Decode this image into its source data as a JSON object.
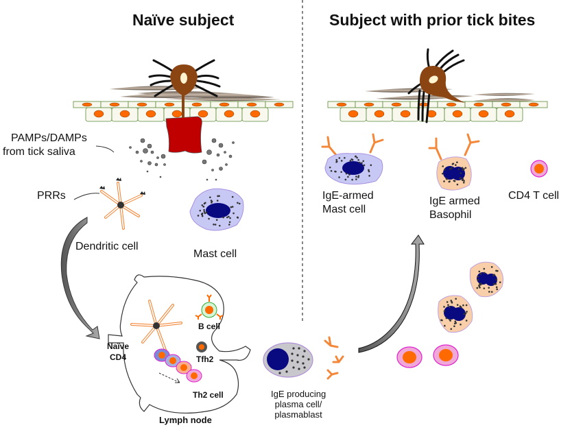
{
  "titles": {
    "left": "Naïve subject",
    "right": "Subject with prior tick bites"
  },
  "labels": {
    "pamps_line1": "PAMPs/DAMPs",
    "pamps_line2": "from tick saliva",
    "prrs": "PRRs",
    "dendritic_cell": "Dendritic cell",
    "mast_cell": "Mast cell",
    "b_cell": "B cell",
    "naive_cd4_line1": "Naïve",
    "naive_cd4_line2": "CD4",
    "tfh2": "Tfh2",
    "th2_cell": "Th2 cell",
    "lymph_node": "Lymph node",
    "plasma_line1": "IgE producing",
    "plasma_line2": "plasma cell/",
    "plasma_line3": "plasmablast",
    "ige_mast_line1": "IgE-armed",
    "ige_mast_line2": "Mast cell",
    "ige_baso_line1": "IgE armed",
    "ige_baso_line2": "Basophil",
    "cd4_t_cell": "CD4 T cell"
  },
  "colors": {
    "tick": "#8B4513",
    "blood": "#C00000",
    "nucleus": "#0A0A80",
    "orange": "#FF6A00",
    "antibody": "#F4883A",
    "mast_cytoplasm": "#C8C8F5",
    "basophil_cytoplasm": "#F8CFA8",
    "th2_membrane": "#E020D0",
    "th2_cytoplasm": "#F0A8D8",
    "epithelium_border": "#5A8A3A",
    "arrow_gray": "#888888"
  }
}
